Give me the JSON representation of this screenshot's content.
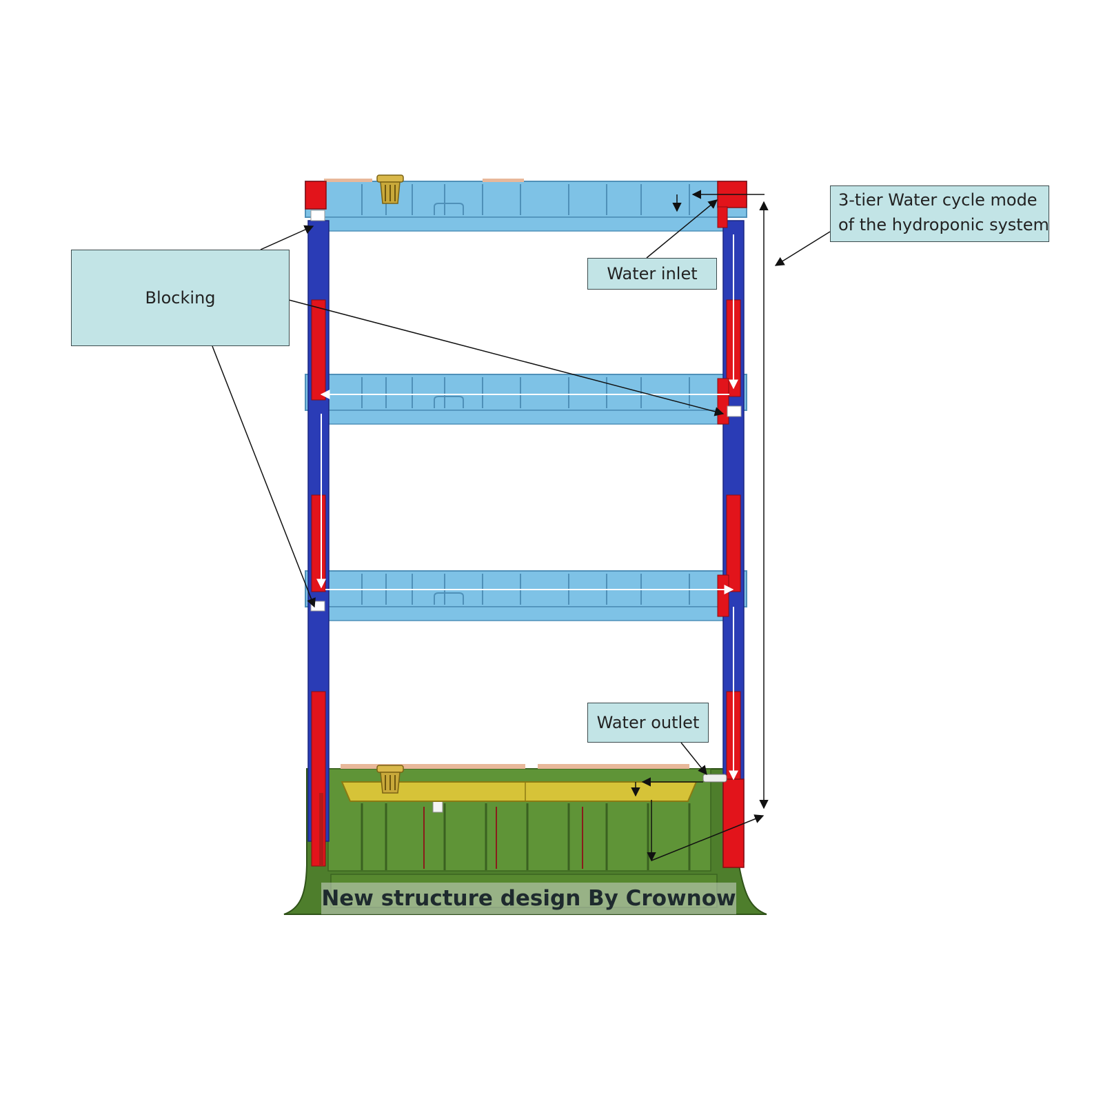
{
  "labels": {
    "blocking": "Blocking",
    "water_inlet": "Water inlet",
    "water_outlet": "Water outlet",
    "cycle_mode_line1": "3-tier Water cycle mode",
    "cycle_mode_line2": "of the hydroponic system"
  },
  "caption": "New structure design By Crownow",
  "colors": {
    "tray": "#7ec2e6",
    "tray_edge": "#4f90b8",
    "pipe_blue": "#2a3cb6",
    "pipe_red": "#e2141b",
    "reservoir": "#4e7e2c",
    "reservoir_light": "#5f9437",
    "float_tray": "#d6c338",
    "callout_fill": "#c2e4e6",
    "pot": "#c9a93a"
  },
  "icons": [
    "net-pot-icon",
    "arrow-icon"
  ]
}
